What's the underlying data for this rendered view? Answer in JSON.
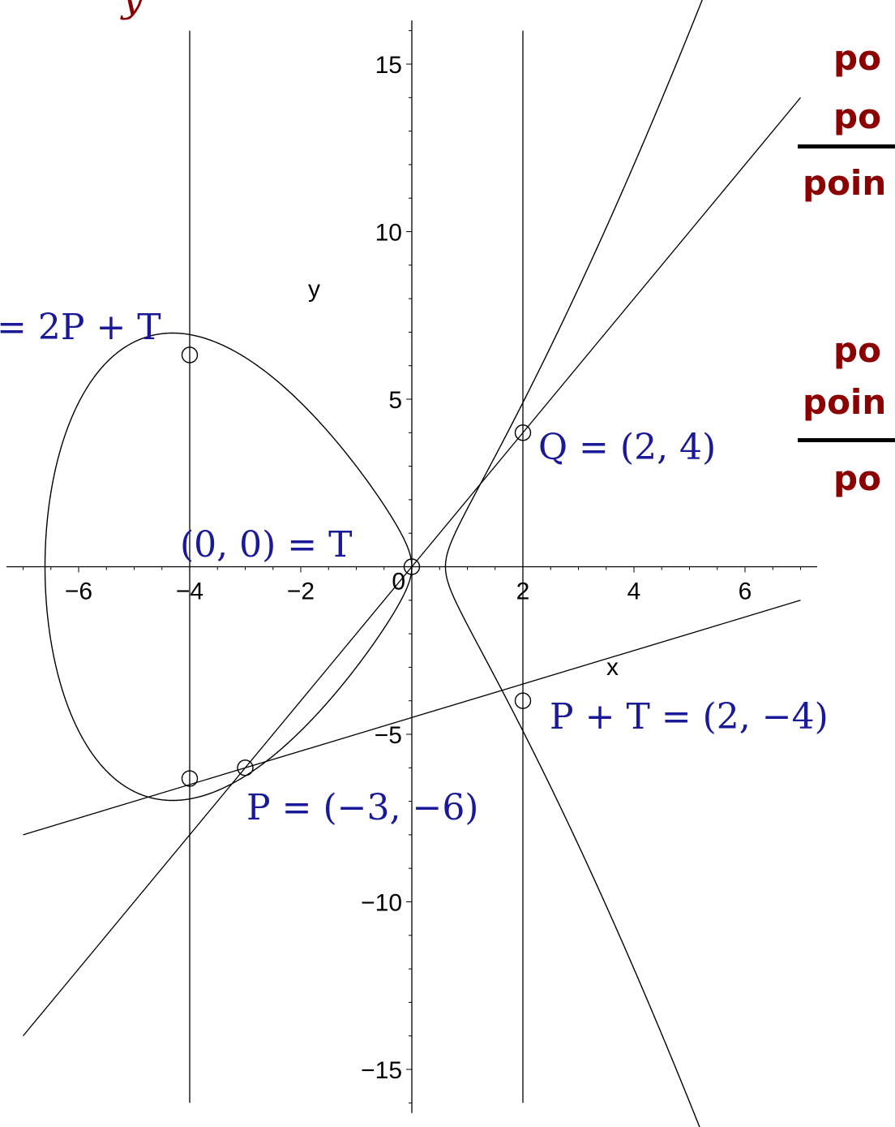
{
  "chart_data": {
    "type": "line",
    "title": "",
    "xlabel": "x",
    "ylabel": "y",
    "xlim": [
      -7.3,
      7.3
    ],
    "ylim": [
      -16.3,
      16.3
    ],
    "xticks": [
      {
        "value": -6,
        "label": "−6"
      },
      {
        "value": -4,
        "label": "−4"
      },
      {
        "value": -2,
        "label": "−2"
      },
      {
        "value": 0,
        "label": "0"
      },
      {
        "value": 2,
        "label": "2"
      },
      {
        "value": 4,
        "label": "4"
      },
      {
        "value": 6,
        "label": "6"
      }
    ],
    "yticks": [
      {
        "value": 15,
        "label": "15"
      },
      {
        "value": 10,
        "label": "10"
      },
      {
        "value": 5,
        "label": "5"
      },
      {
        "value": -5,
        "label": "−5"
      },
      {
        "value": -10,
        "label": "−10"
      },
      {
        "value": -15,
        "label": "−15"
      }
    ],
    "curve": {
      "equation": "y^2 = x^3 + 6x^2 - 4x",
      "a": 6,
      "b": -4,
      "c": 0
    },
    "lines": [
      {
        "name": "line-y-eq-2x",
        "slope": 2,
        "intercept": 0,
        "x_range": [
          -7,
          7
        ]
      },
      {
        "name": "line-tangent-at-P",
        "slope": 0.5,
        "intercept": -4.5,
        "x_range": [
          -7,
          7
        ]
      }
    ],
    "vertical_lines": [
      -4,
      2
    ],
    "points": [
      {
        "name": "point-2P-plus-T",
        "x": -4,
        "y": 6.32,
        "label": "= 2P + T"
      },
      {
        "name": "point-Q",
        "x": 2,
        "y": 4,
        "label": "Q = (2, 4)"
      },
      {
        "name": "point-T",
        "x": 0,
        "y": 0,
        "label": "(0, 0) = T"
      },
      {
        "name": "point-P-plus-T",
        "x": 2,
        "y": -4,
        "label": "P + T = (2, −4)"
      },
      {
        "name": "point-P",
        "x": -3,
        "y": -6,
        "label": "P = (−3, −6)"
      },
      {
        "name": "point-neg-2P-plus-T",
        "x": -4,
        "y": -6.32,
        "label": ""
      }
    ]
  },
  "side_text": {
    "group1": [
      "po",
      "po",
      "poin"
    ],
    "group2": [
      "po",
      "poin",
      "po"
    ]
  },
  "top_text": "y"
}
